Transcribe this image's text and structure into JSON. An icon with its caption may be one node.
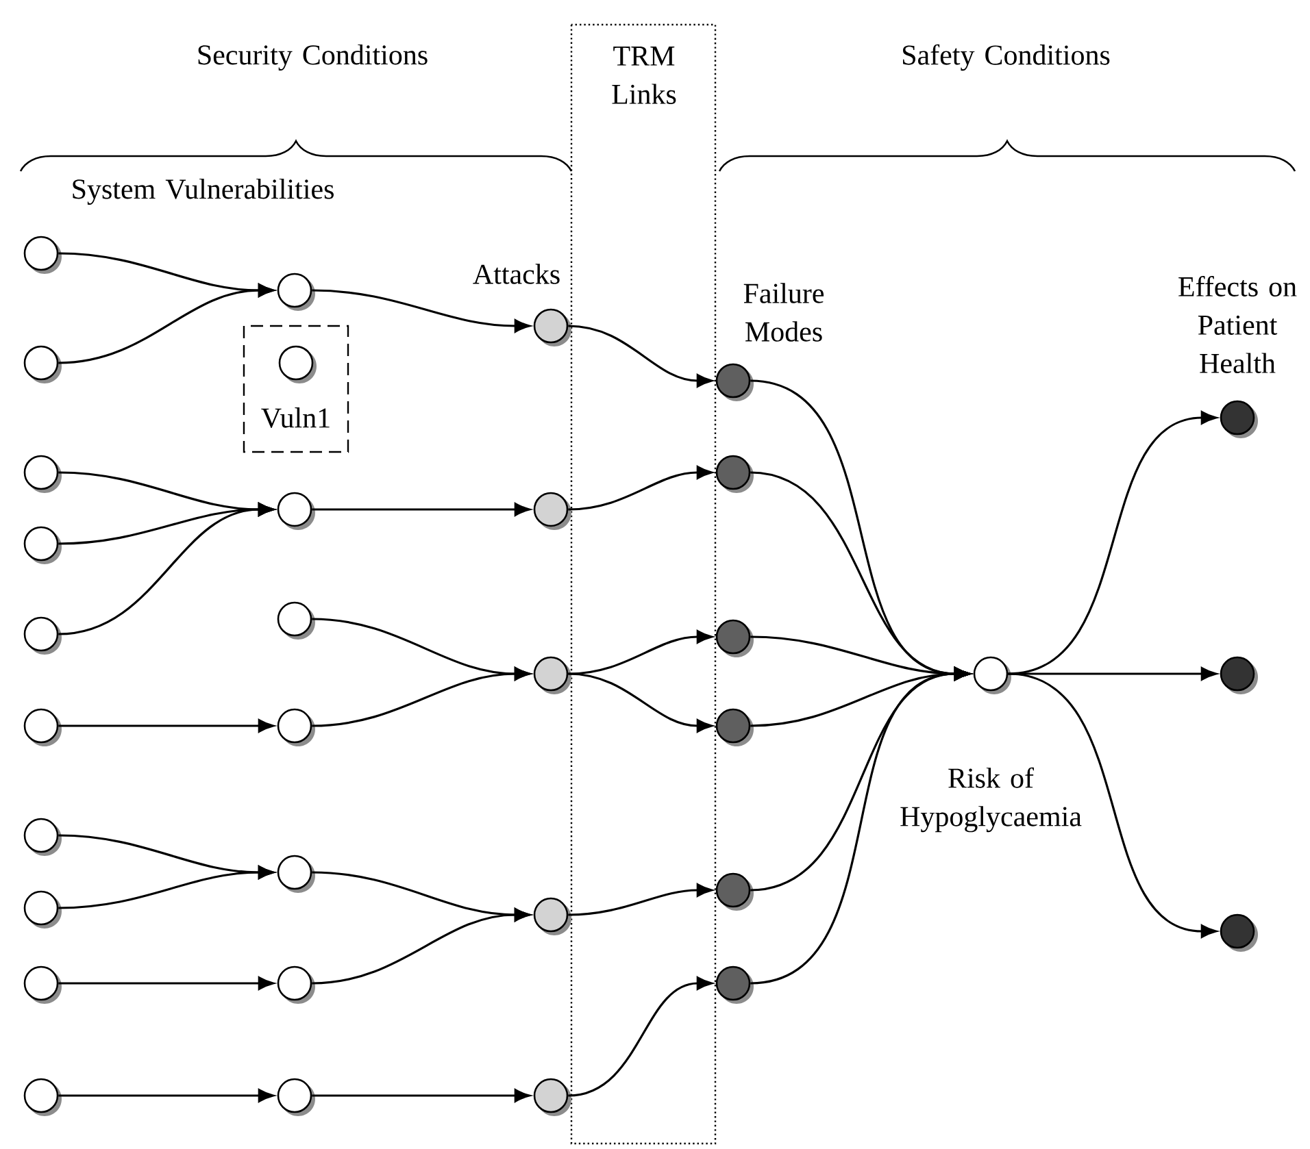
{
  "diagram": {
    "nodes": [
      {
        "text": [],
        "shape": "circle"
      },
      {
        "text": [],
        "shape": "circle"
      },
      {
        "text": [],
        "shape": "circle"
      },
      {
        "text": [],
        "shape": "circle"
      },
      {
        "text": [],
        "shape": "circle"
      },
      {
        "text": [],
        "shape": "circle"
      },
      {
        "text": [],
        "shape": "circle"
      },
      {
        "text": [],
        "shape": "circle"
      },
      {
        "text": [],
        "shape": "circle"
      },
      {
        "text": [],
        "shape": "circle"
      },
      {
        "text": [],
        "shape": "circle"
      },
      {
        "text": [
          "Vuln1"
        ]
      },
      {
        "text": [],
        "shape": "circle",
        "in": 11
      },
      {
        "text": [],
        "shape": "circle"
      },
      {
        "text": [],
        "shape": "circle"
      },
      {
        "text": [],
        "shape": "circle"
      },
      {
        "text": [],
        "shape": "circle"
      },
      {
        "text": [],
        "shape": "circle"
      },
      {
        "text": [],
        "shape": "circle"
      },
      {
        "text": [],
        "shape": "circle"
      },
      {
        "text": [],
        "shape": "circle"
      },
      {
        "text": [],
        "shape": "circle"
      },
      {
        "text": [],
        "shape": "circle"
      },
      {
        "text": [],
        "shape": "circle"
      },
      {
        "text": [],
        "shape": "circle"
      },
      {
        "text": [],
        "shape": "circle"
      },
      {
        "text": [],
        "shape": "circle"
      },
      {
        "text": [],
        "shape": "circle"
      },
      {
        "text": [],
        "shape": "circle"
      },
      {
        "text": [],
        "shape": "circle"
      },
      {
        "text": [],
        "shape": "circle",
        "beside": [
          "Risk of Hypoglycaemia"
        ]
      },
      {
        "text": [],
        "shape": "circle"
      },
      {
        "text": [],
        "shape": "circle"
      },
      {
        "text": [],
        "shape": "circle"
      }
    ],
    "edges": [
      {
        "from": 0,
        "to": 10,
        "arrow": "to"
      },
      {
        "from": 1,
        "to": 10,
        "arrow": "to"
      },
      {
        "from": 10,
        "to": 19,
        "arrow": "to"
      },
      {
        "from": 2,
        "to": 13,
        "arrow": "to"
      },
      {
        "from": 3,
        "to": 13,
        "arrow": "to"
      },
      {
        "from": 4,
        "to": 13,
        "arrow": "to"
      },
      {
        "from": 13,
        "to": 20,
        "arrow": "to"
      },
      {
        "from": 14,
        "to": 21,
        "arrow": "to"
      },
      {
        "from": 5,
        "to": 15,
        "arrow": "to"
      },
      {
        "from": 15,
        "to": 21,
        "arrow": "to"
      },
      {
        "from": 6,
        "to": 16,
        "arrow": "to"
      },
      {
        "from": 7,
        "to": 16,
        "arrow": "to"
      },
      {
        "from": 16,
        "to": 22,
        "arrow": "to"
      },
      {
        "from": 8,
        "to": 17,
        "arrow": "to"
      },
      {
        "from": 17,
        "to": 22,
        "arrow": "to"
      },
      {
        "from": 9,
        "to": 18,
        "arrow": "to"
      },
      {
        "from": 18,
        "to": 23,
        "arrow": "to"
      },
      {
        "from": 19,
        "to": 24,
        "arrow": "to"
      },
      {
        "from": 20,
        "to": 25,
        "arrow": "to"
      },
      {
        "from": 21,
        "to": 26,
        "arrow": "to"
      },
      {
        "from": 21,
        "to": 27,
        "arrow": "to"
      },
      {
        "from": 22,
        "to": 28,
        "arrow": "to"
      },
      {
        "from": 23,
        "to": 29,
        "arrow": "to"
      },
      {
        "from": 24,
        "to": 30,
        "arrow": "to"
      },
      {
        "from": 25,
        "to": 30,
        "arrow": "to"
      },
      {
        "from": 26,
        "to": 30,
        "arrow": "to"
      },
      {
        "from": 27,
        "to": 30,
        "arrow": "to"
      },
      {
        "from": 28,
        "to": 30,
        "arrow": "to"
      },
      {
        "from": 29,
        "to": 30,
        "arrow": "to"
      },
      {
        "from": 30,
        "to": 31,
        "arrow": "to"
      },
      {
        "from": 30,
        "to": 32,
        "arrow": "to"
      },
      {
        "from": 30,
        "to": 33,
        "arrow": "to"
      }
    ],
    "labels": [
      "Security Conditions",
      "TRM Links",
      "Safety Conditions",
      "System Vulnerabilities",
      "Attacks",
      "Failure Modes",
      "Effects on Patient Health"
    ]
  }
}
